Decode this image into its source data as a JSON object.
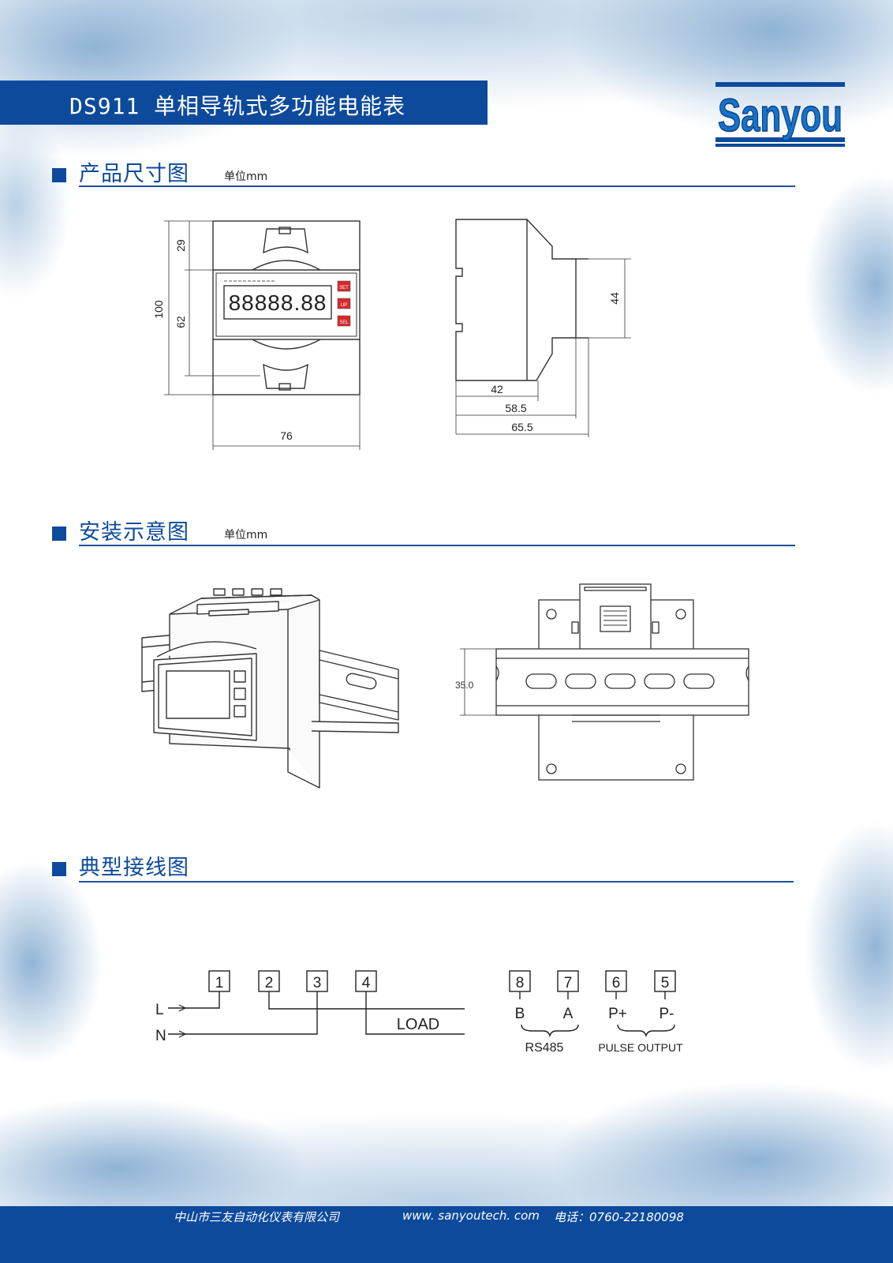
{
  "header": {
    "title": "DS911 单相导轨式多功能电能表",
    "logo_text": "Sanyou"
  },
  "sections": [
    {
      "title": "产品尺寸图",
      "unit": "单位mm"
    },
    {
      "title": "安装示意图",
      "unit": "单位mm"
    },
    {
      "title": "典型接线图",
      "unit": ""
    }
  ],
  "dimensions": {
    "front": {
      "top": "29",
      "height": "100",
      "middle": "62",
      "width": "76",
      "display": "88888.88",
      "buttons": [
        "SET",
        "UP",
        "SEL"
      ]
    },
    "side": {
      "rail_depth": "44",
      "d1": "42",
      "d2": "58.5",
      "d3": "65.5"
    },
    "rail_height": "35.0"
  },
  "wiring": {
    "terminals_power": [
      "1",
      "2",
      "3",
      "4"
    ],
    "inputs": [
      "L",
      "N"
    ],
    "load_label": "LOAD",
    "terminals_comm": [
      "8",
      "7",
      "6",
      "5"
    ],
    "comm_labels": [
      "B",
      "A",
      "P+",
      "P-"
    ],
    "rs485_label": "RS485",
    "pulse_label": "PULSE OUTPUT"
  },
  "footer": {
    "company": "中山市三友自动化仪表有限公司",
    "website": "www. sanyoutech. com",
    "phone": "电话：0760-22180098"
  },
  "colors": {
    "brand_blue": "#0d4a9c",
    "button_red": "#d8282a"
  }
}
